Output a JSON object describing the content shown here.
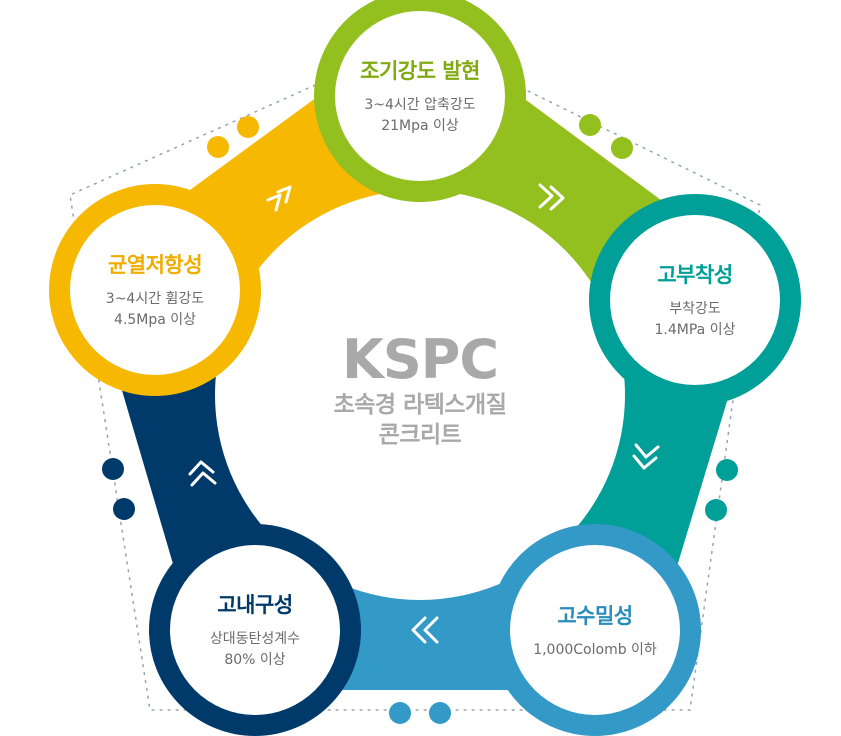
{
  "center": {
    "title": "KSPC",
    "subtitle_line1": "초속경 라텍스개질",
    "subtitle_line2": "콘크리트"
  },
  "nodes": [
    {
      "title": "조기강도 발현",
      "desc_line1": "3~4시간 압축강도",
      "desc_line2": "21Mpa 이상",
      "color": "#93c01f"
    },
    {
      "title": "고부착성",
      "desc_line1": "부착강도",
      "desc_line2": "1.4MPa 이상",
      "color": "#009f98"
    },
    {
      "title": "고수밀성",
      "desc_line1": "1,000Colomb 이하",
      "desc_line2": "",
      "color": "#3399c6"
    },
    {
      "title": "고내구성",
      "desc_line1": "상대동탄성계수",
      "desc_line2": "80% 이상",
      "color": "#003a6b"
    },
    {
      "title": "균열저항성",
      "desc_line1": "3~4시간 휨강도",
      "desc_line2": "4.5Mpa 이상",
      "color": "#f6b800"
    }
  ],
  "connector_arrow_icons": [
    "chevron-right-icon",
    "chevron-down-icon",
    "chevron-left-icon",
    "chevron-up-icon",
    "chevron-up-right-icon"
  ]
}
